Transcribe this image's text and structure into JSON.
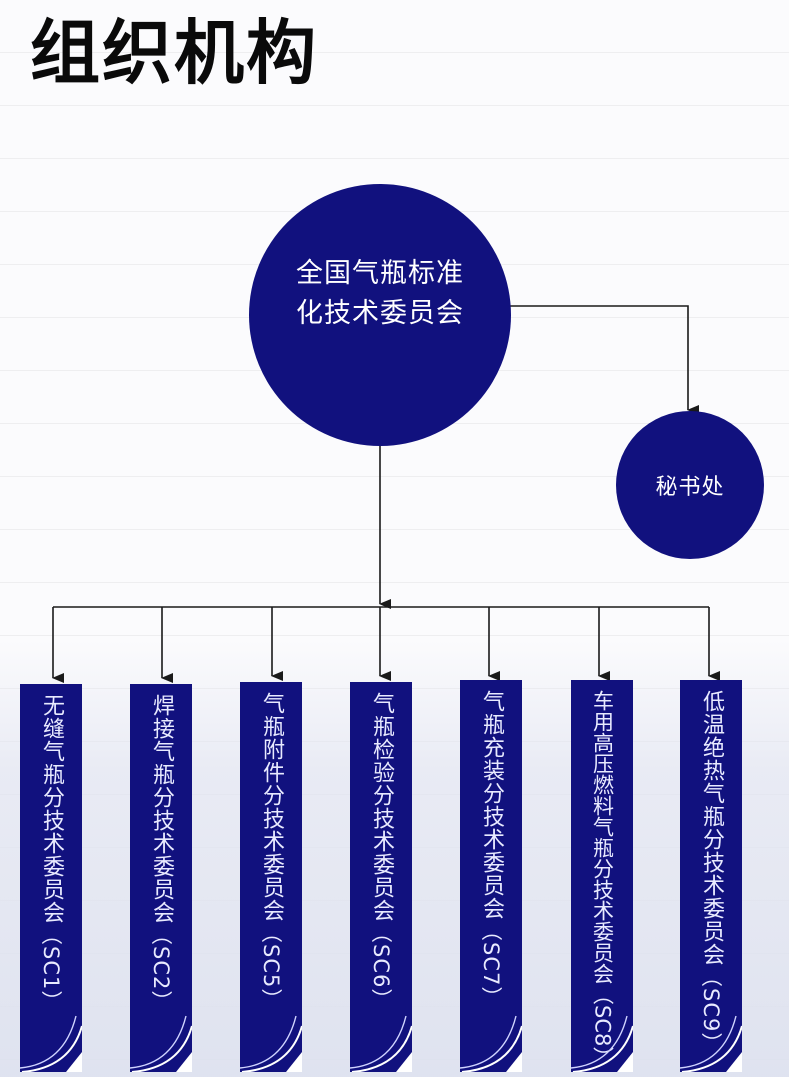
{
  "title": "组织机构",
  "colors": {
    "node_fill": "#11117e",
    "node_text": "#ffffff",
    "connector": "#1a1a1a",
    "title_text": "#0a0a0a"
  },
  "root": {
    "label_line1": "全国气瓶标准",
    "label_line2": "化技术委员会"
  },
  "secretariat": {
    "label": "秘书处"
  },
  "subcommittees": [
    {
      "name": "无缝气瓶分技术委员会",
      "code": "（SC1）"
    },
    {
      "name": "焊接气瓶分技术委员会",
      "code": "（SC2）"
    },
    {
      "name": "气瓶附件分技术委员会",
      "code": "（SC5）"
    },
    {
      "name": "气瓶检验分技术委员会",
      "code": "（SC6）"
    },
    {
      "name": "气瓶充装分技术委员会",
      "code": "（SC7）"
    },
    {
      "name": "车用高压燃料气瓶分技术委员会",
      "code": "（SC8）"
    },
    {
      "name": "低温绝热气瓶分技术委员会",
      "code": "（SC9）"
    }
  ]
}
